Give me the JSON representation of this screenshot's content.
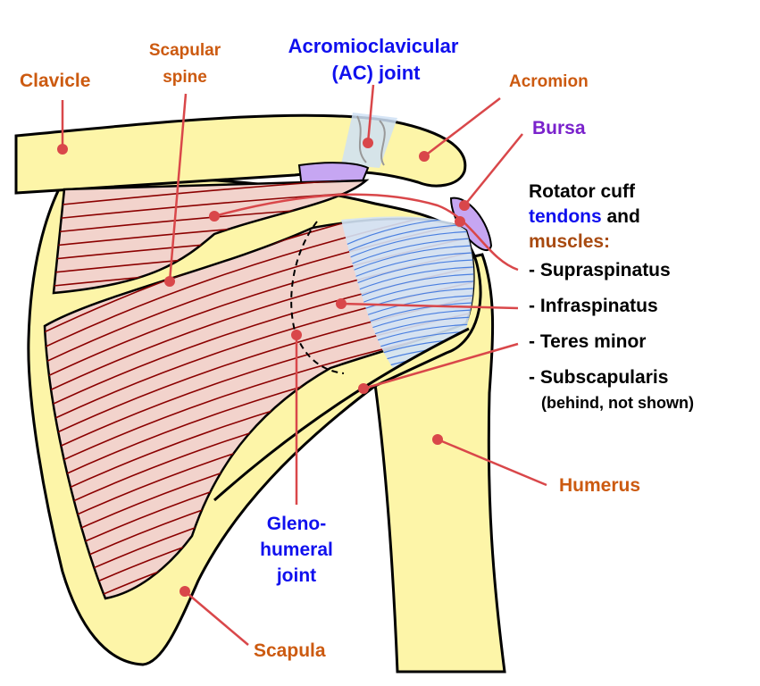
{
  "labels": {
    "clavicle": "Clavicle",
    "scapular_spine_1": "Scapular",
    "scapular_spine_2": "spine",
    "ac_joint_1": "Acromioclavicular",
    "ac_joint_2": "(AC) joint",
    "acromion": "Acromion",
    "bursa": "Bursa",
    "rotator_1": "Rotator cuff",
    "rotator_tendons": "tendons",
    "rotator_and": " and",
    "rotator_muscles": "muscles:",
    "supraspinatus": "- Supraspinatus",
    "infraspinatus": "- Infraspinatus",
    "teres_minor": "- Teres minor",
    "subscapularis": "- Subscapularis",
    "subscapularis_note": "(behind, not shown)",
    "humerus": "Humerus",
    "gleno_1": "Gleno-",
    "gleno_2": "humeral",
    "gleno_3": "joint",
    "scapula": "Scapula"
  },
  "colors": {
    "bone": "#fdf5a8",
    "muscle": "#f2d3cc",
    "muscle_line": "#8b0000",
    "tendon": "#d3e3f5",
    "tendon_line": "#4a7fe0",
    "bursa": "#c6a6f2",
    "label_orange": "#cc5a10",
    "label_blue": "#1010ee",
    "label_purple": "#7a22cc",
    "pointer": "#d9474a"
  }
}
